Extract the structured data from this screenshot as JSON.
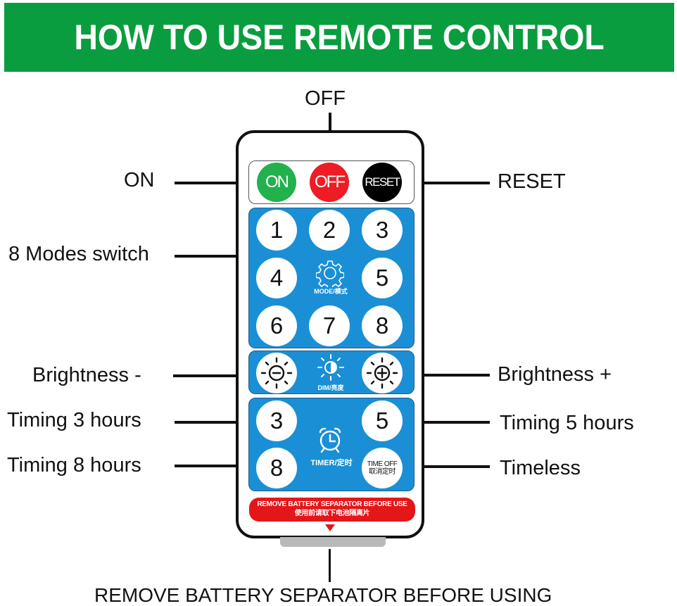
{
  "title": "HOW TO USE REMOTE CONTROL",
  "colors": {
    "banner": "#0a9d3f",
    "panel_blue": "#1a8fd6",
    "on_button": "#22b14c",
    "off_button": "#ee1c24",
    "reset_button": "#000000",
    "warning": "#e5161a"
  },
  "callouts": {
    "off": "OFF",
    "on": "ON",
    "reset": "RESET",
    "modes": "8 Modes switch",
    "brightness_minus": "Brightness -",
    "brightness_plus": "Brightness +",
    "timing_3": "Timing 3 hours",
    "timing_5": "Timing 5 hours",
    "timing_8": "Timing 8 hours",
    "timeless": "Timeless",
    "separator": "REMOVE BATTERY SEPARATOR BEFORE USING"
  },
  "remote": {
    "power_buttons": [
      {
        "label": "ON",
        "icon": "power-on-button"
      },
      {
        "label": "OFF",
        "icon": "power-off-button"
      },
      {
        "label": "RESET",
        "icon": "reset-button"
      }
    ],
    "mode_buttons": [
      "1",
      "2",
      "3",
      "4",
      "5",
      "6",
      "7",
      "8"
    ],
    "mode_caption": "MODE/模式",
    "mode_icon": "gear-icon",
    "dim_caption": "DIM/亮度",
    "dim_icons": [
      "brightness-minus-icon",
      "brightness-half-icon",
      "brightness-plus-icon"
    ],
    "timer_buttons": [
      "3",
      "5",
      "8"
    ],
    "timer_off_label": [
      "TIME OFF",
      "取消定时"
    ],
    "timer_caption": "TIMER/定时",
    "timer_icon": "alarm-clock-icon",
    "warning_en": "REMOVE BATTERY SEPARATOR BEFORE USE",
    "warning_cn": "使用前请取下电池隔离片"
  }
}
